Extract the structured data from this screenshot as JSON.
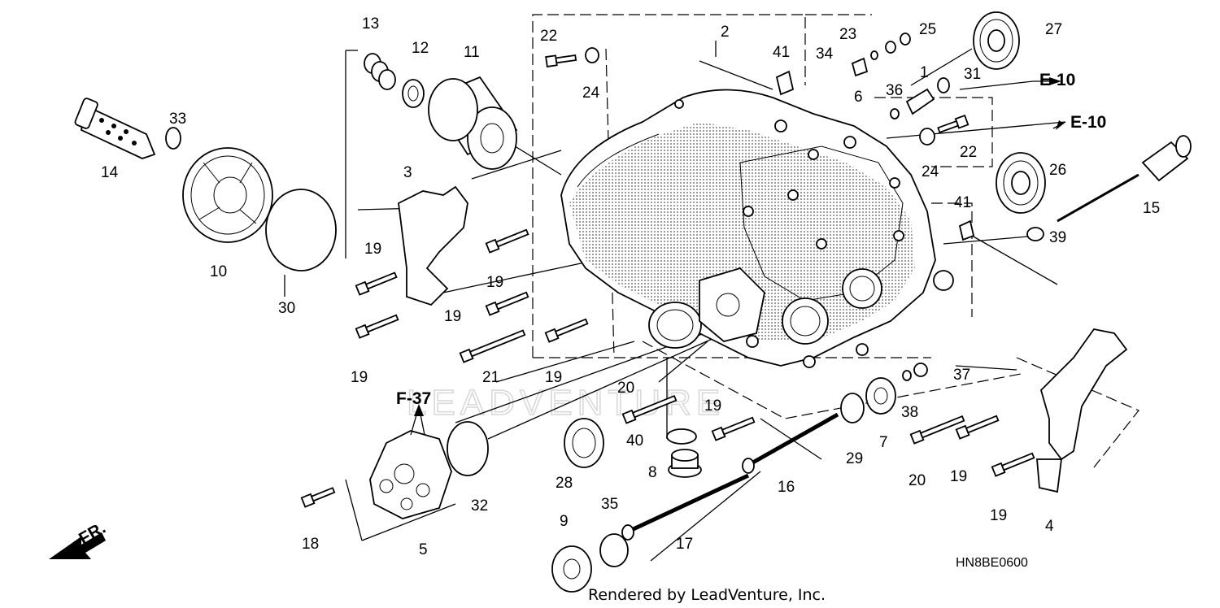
{
  "diagram": {
    "part_labels": [
      {
        "id": "p1",
        "text": "1"
      },
      {
        "id": "p2",
        "text": "2"
      },
      {
        "id": "p3",
        "text": "3"
      },
      {
        "id": "p4",
        "text": "4"
      },
      {
        "id": "p5",
        "text": "5"
      },
      {
        "id": "p6",
        "text": "6"
      },
      {
        "id": "p7",
        "text": "7"
      },
      {
        "id": "p8",
        "text": "8"
      },
      {
        "id": "p9",
        "text": "9"
      },
      {
        "id": "p10",
        "text": "10"
      },
      {
        "id": "p11",
        "text": "11"
      },
      {
        "id": "p12",
        "text": "12"
      },
      {
        "id": "p13",
        "text": "13"
      },
      {
        "id": "p14",
        "text": "14"
      },
      {
        "id": "p15",
        "text": "15"
      },
      {
        "id": "p16",
        "text": "16"
      },
      {
        "id": "p17",
        "text": "17"
      },
      {
        "id": "p18",
        "text": "18"
      },
      {
        "id": "p19a",
        "text": "19"
      },
      {
        "id": "p19b",
        "text": "19"
      },
      {
        "id": "p19c",
        "text": "19"
      },
      {
        "id": "p19d",
        "text": "19"
      },
      {
        "id": "p19e",
        "text": "19"
      },
      {
        "id": "p19f",
        "text": "19"
      },
      {
        "id": "p19g",
        "text": "19"
      },
      {
        "id": "p19h",
        "text": "19"
      },
      {
        "id": "p20a",
        "text": "20"
      },
      {
        "id": "p20b",
        "text": "20"
      },
      {
        "id": "p21",
        "text": "21"
      },
      {
        "id": "p22a",
        "text": "22"
      },
      {
        "id": "p22b",
        "text": "22"
      },
      {
        "id": "p23",
        "text": "23"
      },
      {
        "id": "p24a",
        "text": "24"
      },
      {
        "id": "p24b",
        "text": "24"
      },
      {
        "id": "p25",
        "text": "25"
      },
      {
        "id": "p26",
        "text": "26"
      },
      {
        "id": "p27",
        "text": "27"
      },
      {
        "id": "p28",
        "text": "28"
      },
      {
        "id": "p29",
        "text": "29"
      },
      {
        "id": "p30",
        "text": "30"
      },
      {
        "id": "p31",
        "text": "31"
      },
      {
        "id": "p32",
        "text": "32"
      },
      {
        "id": "p33",
        "text": "33"
      },
      {
        "id": "p34",
        "text": "34"
      },
      {
        "id": "p35",
        "text": "35"
      },
      {
        "id": "p36",
        "text": "36"
      },
      {
        "id": "p37",
        "text": "37"
      },
      {
        "id": "p38",
        "text": "38"
      },
      {
        "id": "p39",
        "text": "39"
      },
      {
        "id": "p40",
        "text": "40"
      },
      {
        "id": "p41a",
        "text": "41"
      },
      {
        "id": "p41b",
        "text": "41"
      }
    ],
    "references": {
      "e10_top": "E-10",
      "e10_mid": "E-10",
      "f37": "F-37"
    },
    "front_indicator": "FR.",
    "diagram_code": "HN8BE0600",
    "credit": "Rendered by LeadVenture, Inc.",
    "watermark": "LEADVENTURE"
  }
}
